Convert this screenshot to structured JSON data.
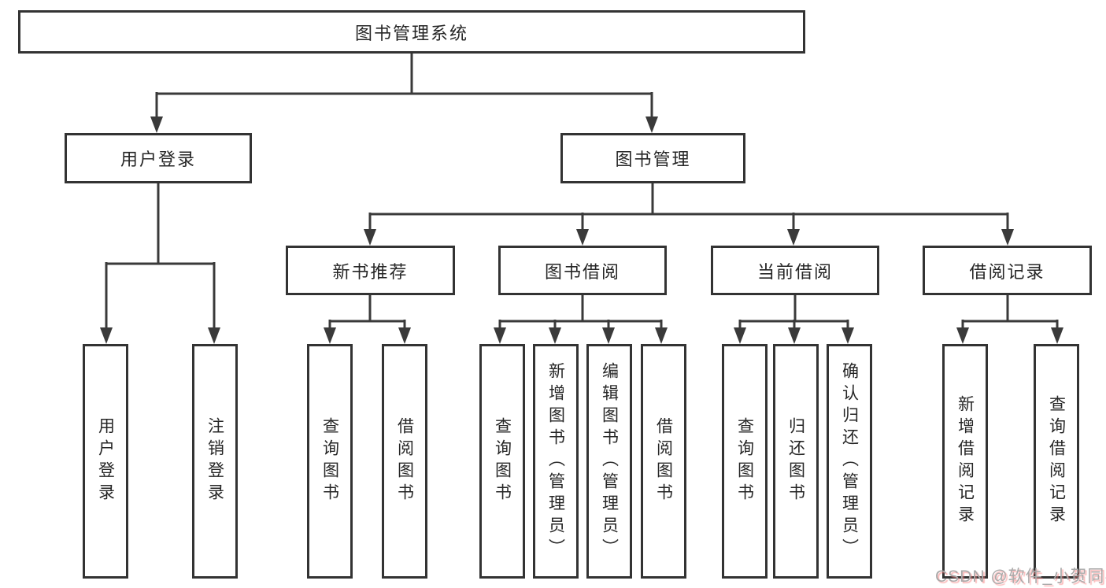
{
  "tree": {
    "label": "图书管理系统",
    "children": [
      {
        "label": "用户登录",
        "children": [
          {
            "label": "用户登录"
          },
          {
            "label": "注销登录"
          }
        ]
      },
      {
        "label": "图书管理",
        "children": [
          {
            "label": "新书推荐",
            "children": [
              {
                "label": "查询图书"
              },
              {
                "label": "借阅图书"
              }
            ]
          },
          {
            "label": "图书借阅",
            "children": [
              {
                "label": "查询图书"
              },
              {
                "label": "新增图书（管理员）"
              },
              {
                "label": "编辑图书（管理员）"
              },
              {
                "label": "借阅图书"
              }
            ]
          },
          {
            "label": "当前借阅",
            "children": [
              {
                "label": "查询图书"
              },
              {
                "label": "归还图书"
              },
              {
                "label": "确认归还（管理员）"
              }
            ]
          },
          {
            "label": "借阅记录",
            "children": [
              {
                "label": "新增借阅记录"
              },
              {
                "label": "查询借阅记录"
              }
            ]
          }
        ]
      }
    ]
  },
  "watermark": "CSDN @软件_小贺同学",
  "colors": {
    "line": "#3a3a3a",
    "border": "#333333",
    "text": "#262626",
    "watermark_gray": "#a9a9a9"
  }
}
